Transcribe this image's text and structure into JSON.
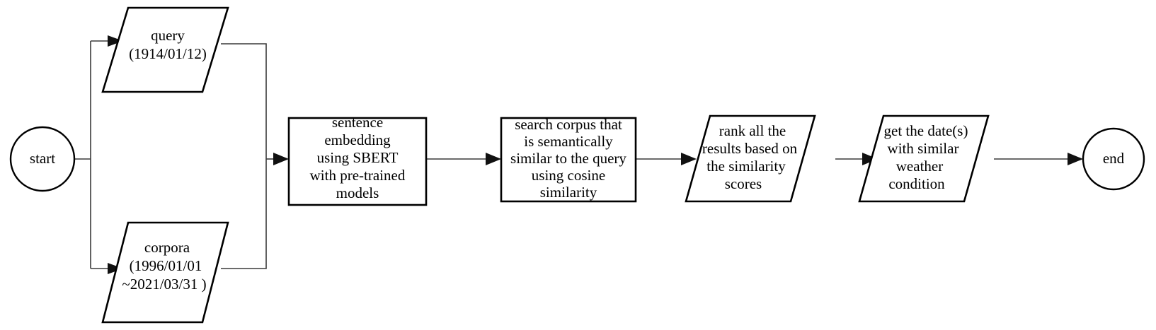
{
  "diagram": {
    "title": "semantic weather-date retrieval pipeline flowchart",
    "background_color": "#ffffff",
    "line_color": "#000000",
    "connector_color": "#3a3a3a"
  },
  "nodes": {
    "start": {
      "type": "terminal",
      "shape": "circle",
      "label": "start"
    },
    "query": {
      "type": "data",
      "shape": "parallelogram",
      "lines": [
        "query",
        "(1914/01/12)"
      ]
    },
    "corpora": {
      "type": "data",
      "shape": "parallelogram",
      "lines": [
        "corpora",
        "(1996/01/01",
        "~2021/03/31 )"
      ]
    },
    "embedding": {
      "type": "process",
      "shape": "rectangle",
      "lines": [
        "sentence",
        "embedding",
        "using SBERT",
        "with pre-trained",
        "models"
      ]
    },
    "search": {
      "type": "process",
      "shape": "rectangle",
      "lines": [
        "search corpus that",
        "is semantically",
        "similar to the query",
        "using cosine",
        "similarity"
      ]
    },
    "rank": {
      "type": "data",
      "shape": "parallelogram",
      "lines": [
        "rank all the",
        "results based on",
        "the similarity",
        "scores"
      ]
    },
    "getdate": {
      "type": "data",
      "shape": "parallelogram",
      "lines": [
        "get the date(s)",
        "with similar",
        "weather",
        "condition"
      ]
    },
    "end": {
      "type": "terminal",
      "shape": "circle",
      "label": "end"
    }
  },
  "edges": [
    {
      "name": "start-to-query",
      "from": "start",
      "to": "query",
      "arrow": true
    },
    {
      "name": "start-to-corpora",
      "from": "start",
      "to": "corpora",
      "arrow": true
    },
    {
      "name": "query-to-merge",
      "from": "query",
      "to": "merge-bus",
      "arrow": false
    },
    {
      "name": "corpora-to-merge",
      "from": "corpora",
      "to": "merge-bus",
      "arrow": false
    },
    {
      "name": "merge-to-embedding",
      "from": "merge-bus",
      "to": "embedding",
      "arrow": true
    },
    {
      "name": "embedding-to-search",
      "from": "embedding",
      "to": "search",
      "arrow": true
    },
    {
      "name": "search-to-rank",
      "from": "search",
      "to": "rank",
      "arrow": true
    },
    {
      "name": "rank-to-getdate",
      "from": "rank",
      "to": "getdate",
      "arrow": true
    },
    {
      "name": "getdate-to-end",
      "from": "getdate",
      "to": "end",
      "arrow": true
    }
  ]
}
